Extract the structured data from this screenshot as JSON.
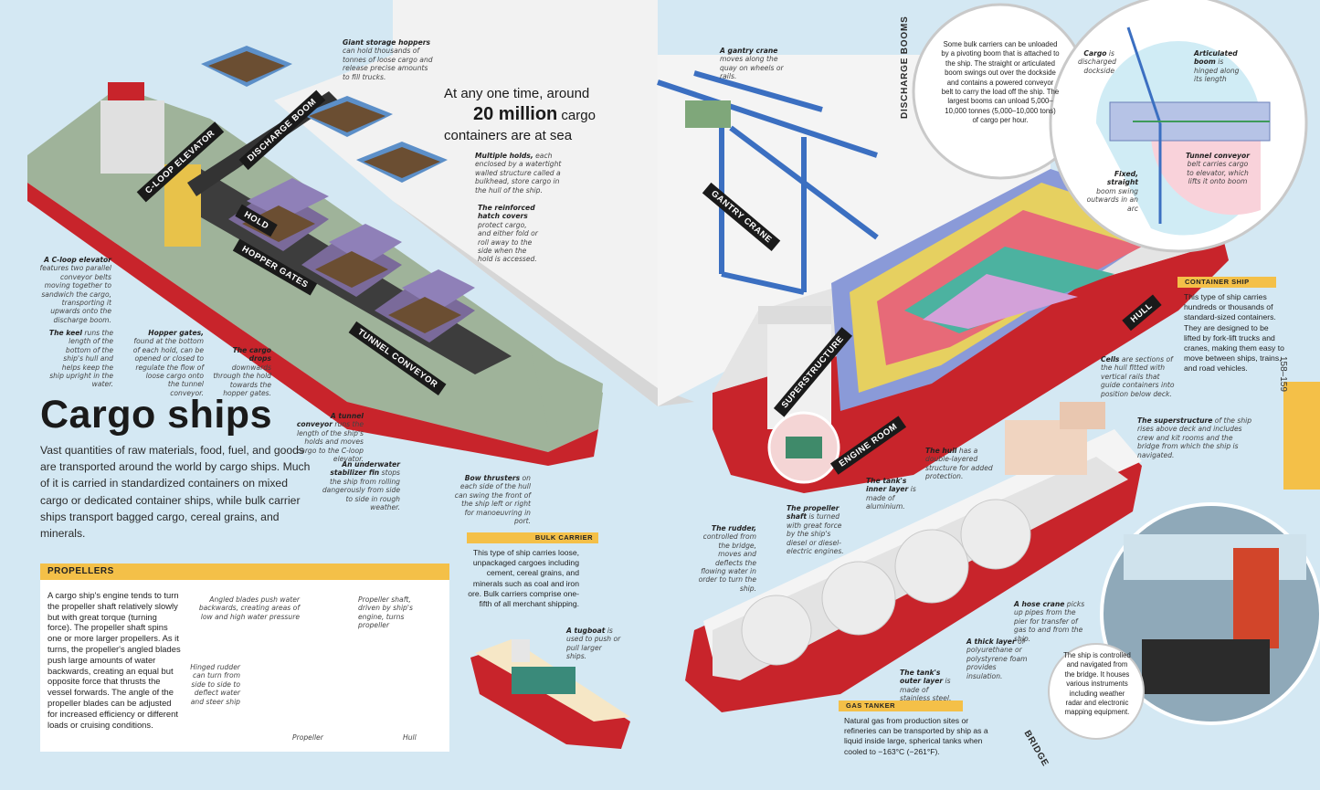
{
  "title": "Cargo ships",
  "intro": "Vast quantities of raw materials, food, fuel, and goods are transported around the world by cargo ships. Much of it is carried in standardized containers on mixed cargo or dedicated container ships, while bulk carrier ships transport bagged cargo, cereal grains, and minerals.",
  "headline": {
    "line1": "At any one time, around",
    "number": "20 million",
    "line2a": "cargo",
    "line3": "containers are at sea"
  },
  "page_number": "158–159",
  "labels": {
    "c_loop": "C-LOOP ELEVATOR",
    "discharge": "DISCHARGE BOOM",
    "hold": "HOLD",
    "hopper": "HOPPER GATES",
    "tunnel": "TUNNEL CONVEYOR",
    "gantry": "GANTRY CRANE",
    "superstructure": "SUPERSTRUCTURE",
    "engine": "ENGINE ROOM",
    "hull": "HULL",
    "discharge_booms": "DISCHARGE BOOMS",
    "bridge": "BRIDGE"
  },
  "annotations": {
    "hoppers": {
      "bold": "Giant storage hoppers",
      "text": " can hold thousands of tonnes of loose cargo and release precise amounts to fill trucks."
    },
    "gantry_crane": {
      "bold": "A gantry crane",
      "text": " moves along the quay on wheels or rails."
    },
    "holds": {
      "bold": "Multiple holds,",
      "text": " each enclosed by a watertight walled structure called a bulkhead, store cargo in the hull of the ship."
    },
    "hatch": {
      "bold": "The reinforced hatch covers",
      "text": " protect cargo, and either fold or roll away to the side when the hold is accessed."
    },
    "c_loop": {
      "bold": "A C-loop elevator",
      "text": " features two parallel conveyor belts moving together to sandwich the cargo, transporting it upwards onto the discharge boom."
    },
    "keel": {
      "bold": "The keel",
      "text": " runs the length of the bottom of the ship's hull and helps keep the ship upright in the water."
    },
    "hopper_gates": {
      "bold": "Hopper gates,",
      "text": " found at the bottom of each hold, can be opened or closed to regulate the flow of loose cargo onto the tunnel conveyor."
    },
    "cargo_drops": {
      "bold": "The cargo drops",
      "text": " downwards through the hold towards the hopper gates."
    },
    "tunnel": {
      "bold": "A tunnel conveyor",
      "text": " runs the length of the ship's holds and moves cargo to the C-loop elevator."
    },
    "stabilizer": {
      "bold": "An underwater stabilizer fin",
      "text": " stops the ship from rolling dangerously from side to side in rough weather."
    },
    "bow_thrusters": {
      "bold": "Bow thrusters",
      "text": " on each side of the hull can swing the front of the ship left or right for manoeuvring in port."
    },
    "tugboat": {
      "bold": "A tugboat",
      "text": " is used to push or pull larger ships."
    },
    "cells": {
      "bold": "Cells",
      "text": " are sections of the hull fitted with vertical rails that guide containers into position below deck."
    },
    "superstructure": {
      "bold": "The superstructure",
      "text": " of the ship rises above deck and includes crew and kit rooms and the bridge from which the ship is navigated."
    },
    "hull": {
      "bold": "The hull",
      "text": " has a double-layered structure for added protection."
    },
    "inner_layer": {
      "bold": "The tank's inner layer",
      "text": " is made of aluminium."
    },
    "prop_shaft": {
      "bold": "The propeller shaft",
      "text": " is turned with great force by the ship's diesel or diesel-electric engines."
    },
    "rudder": {
      "bold": "The rudder,",
      "text": " controlled from the bridge, moves and deflects the flowing water in order to turn the ship."
    },
    "hose_crane": {
      "bold": "A hose crane",
      "text": " picks up pipes from the pier for transfer of gas to and from the ship."
    },
    "thick_layer": {
      "bold": "A thick layer",
      "text": " of polyurethane or polystyrene foam provides insulation."
    },
    "outer_layer": {
      "bold": "The tank's outer layer",
      "text": " is made of stainless steel."
    },
    "cargo_disch": {
      "bold": "Cargo",
      "text": " is discharged dockside"
    },
    "artic_boom": {
      "bold": "Articulated boom",
      "text": " is hinged along its length"
    },
    "tunnel_conv2": {
      "bold": "Tunnel conveyor",
      "text": " belt carries cargo to elevator, which lifts it onto boom"
    },
    "fixed_boom": {
      "bold": "Fixed, straight",
      "text": " boom swing outwards in an arc"
    }
  },
  "discharge_text": "Some bulk carriers can be unloaded by a pivoting boom that is attached to the ship. The straight or articulated boom swings out over the dockside and contains a powered conveyor belt to carry the load off the ship. The largest booms can unload 5,000–10,000 tonnes (5,000–10,000 tons) of cargo per hour.",
  "bridge_text": "The ship is controlled and navigated from the bridge. It houses various instruments including weather radar and electronic mapping equipment.",
  "sections": {
    "container": {
      "title": "CONTAINER SHIP",
      "text": "This type of ship carries hundreds or thousands of standard-sized containers. They are designed to be lifted by fork-lift trucks and cranes, making them easy to move between ships, trains, and road vehicles."
    },
    "bulk": {
      "title": "BULK CARRIER",
      "text": "This type of ship carries loose, unpackaged cargoes including cement, cereal grains, and minerals such as coal and iron ore. Bulk carriers comprise one-fifth of all merchant shipping."
    },
    "gas": {
      "title": "GAS TANKER",
      "text": "Natural gas from production sites or refineries can be transported by ship as a liquid inside large, spherical tanks when cooled to −163°C (−261°F)."
    },
    "propellers": {
      "title": "PROPELLERS",
      "text": "A cargo ship's engine tends to turn the propeller shaft relatively slowly but with great torque (turning force). The propeller shaft spins one or more larger propellers. As it turns, the propeller's angled blades push large amounts of water backwards, creating an equal but opposite force that thrusts the vessel forwards. The angle of the propeller blades can be adjusted for increased efficiency or different loads or cruising conditions."
    }
  },
  "prop_ann": {
    "blades": "Angled blades push water backwards, creating areas of low and high water pressure",
    "shaft": "Propeller shaft, driven by ship's engine, turns propeller",
    "rudder": "Hinged rudder can turn from side to side to deflect water and steer ship",
    "propeller": "Propeller",
    "hull": "Hull"
  },
  "colors": {
    "sea": "#d4e8f3",
    "header": "#f4c048",
    "hull_red": "#c8242b",
    "deck_green": "#9fb39a"
  }
}
